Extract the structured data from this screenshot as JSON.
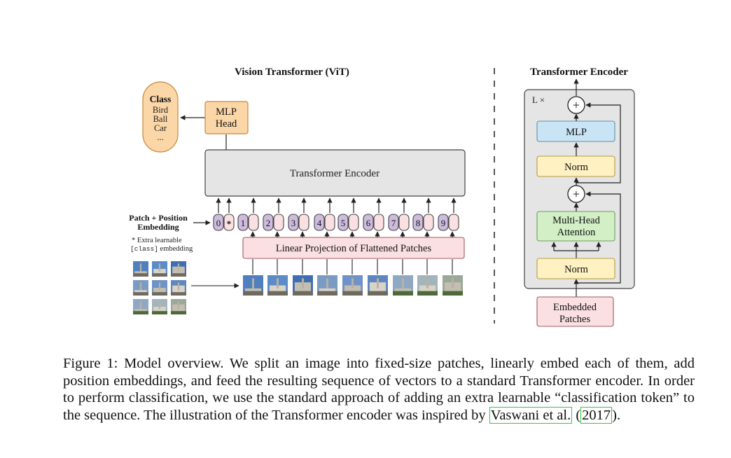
{
  "colors": {
    "orange": "#fbd6a7",
    "orange_stroke": "#c9853d",
    "gray_box": "#e5e5e5",
    "purple": "#cdbcdd",
    "pink": "#fbe0e3",
    "blue": "#c9e5f5",
    "green": "#d2efc6",
    "yellow": "#fff1c2"
  },
  "vit": {
    "title": "Vision Transformer (ViT)",
    "class_box": {
      "title": "Class",
      "items": [
        "Bird",
        "Ball",
        "Car",
        "..."
      ]
    },
    "mlp_head": [
      "MLP",
      "Head"
    ],
    "encoder": "Transformer Encoder",
    "embedding_label": [
      "Patch + Position",
      "Embedding"
    ],
    "note_line1": "* Extra learnable",
    "note_line2_mono": "[class]",
    "note_line2_rest": " embedding",
    "tokens": [
      "0",
      "1",
      "2",
      "3",
      "4",
      "5",
      "6",
      "7",
      "8",
      "9"
    ],
    "star": "*",
    "projection": "Linear Projection of Flattened Patches"
  },
  "encoder_block": {
    "title": "Transformer Encoder",
    "repeat": "L ×",
    "plus": "+",
    "mlp": "MLP",
    "norm": "Norm",
    "attention": [
      "Multi-Head",
      "Attention"
    ],
    "input": [
      "Embedded",
      "Patches"
    ]
  },
  "caption": {
    "text": "Figure 1: Model overview. We split an image into fixed-size patches, linearly embed each of them, add position embeddings, and feed the resulting sequence of vectors to a standard Transformer encoder. In order to perform classification, we use the standard approach of adding an extra learnable “classification token” to the sequence. The illustration of the Transformer encoder was inspired by",
    "cite_author": "Vaswani et al.",
    "cite_open": " (",
    "cite_year": "2017",
    "cite_close": ")."
  }
}
